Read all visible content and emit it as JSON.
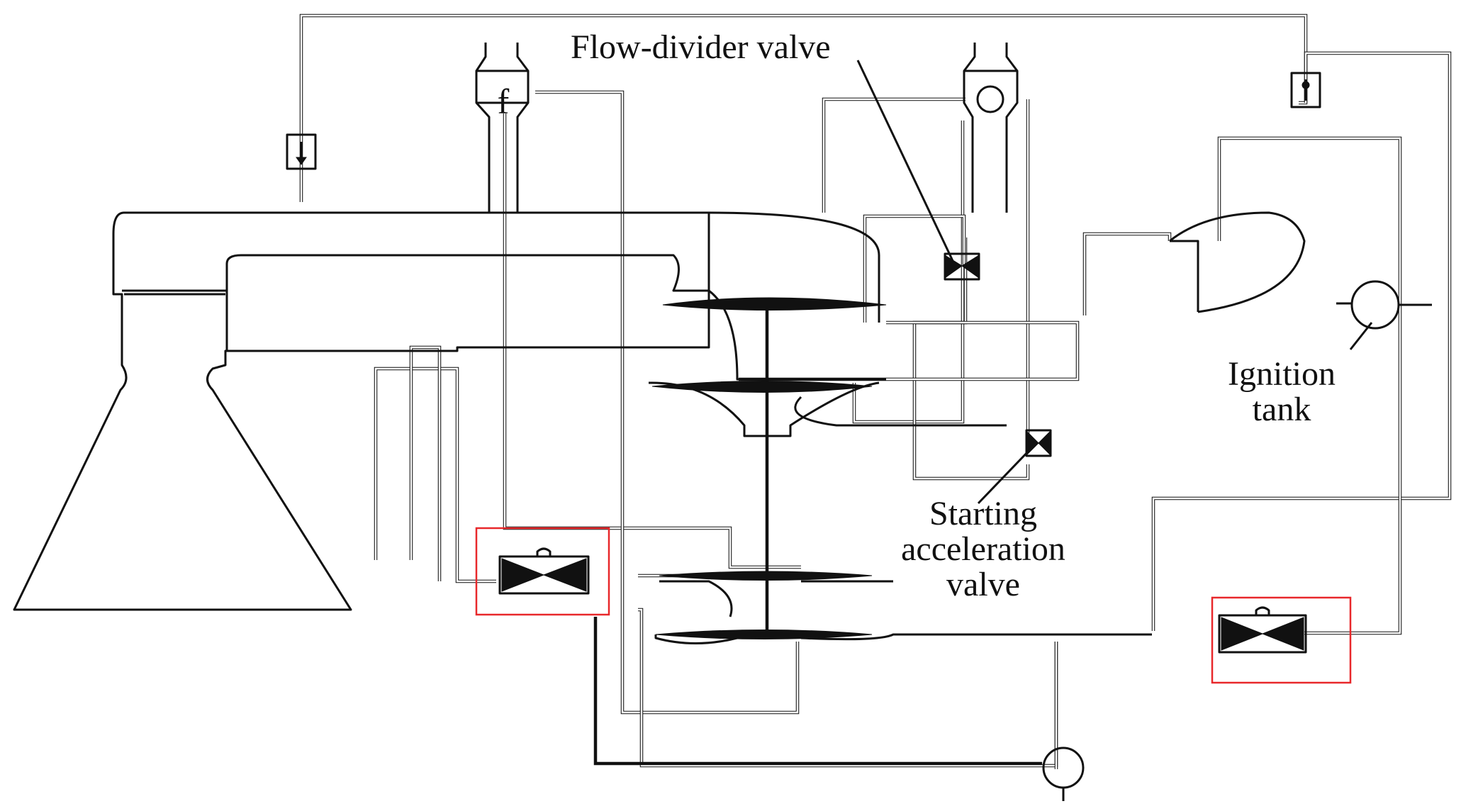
{
  "diagram": {
    "labels": {
      "flow_divider_valve": "Flow-divider valve",
      "ignition_tank_line1": "Ignition",
      "ignition_tank_line2": "tank",
      "starting_accel_line1": "Starting",
      "starting_accel_line2": "acceleration",
      "starting_accel_line3": "valve",
      "turbine_symbol": "f"
    },
    "colors": {
      "line": "#111111",
      "background": "#ffffff",
      "highlight": "#e8282b"
    },
    "highlighted_components": [
      "main-valve-left",
      "main-valve-right"
    ]
  }
}
